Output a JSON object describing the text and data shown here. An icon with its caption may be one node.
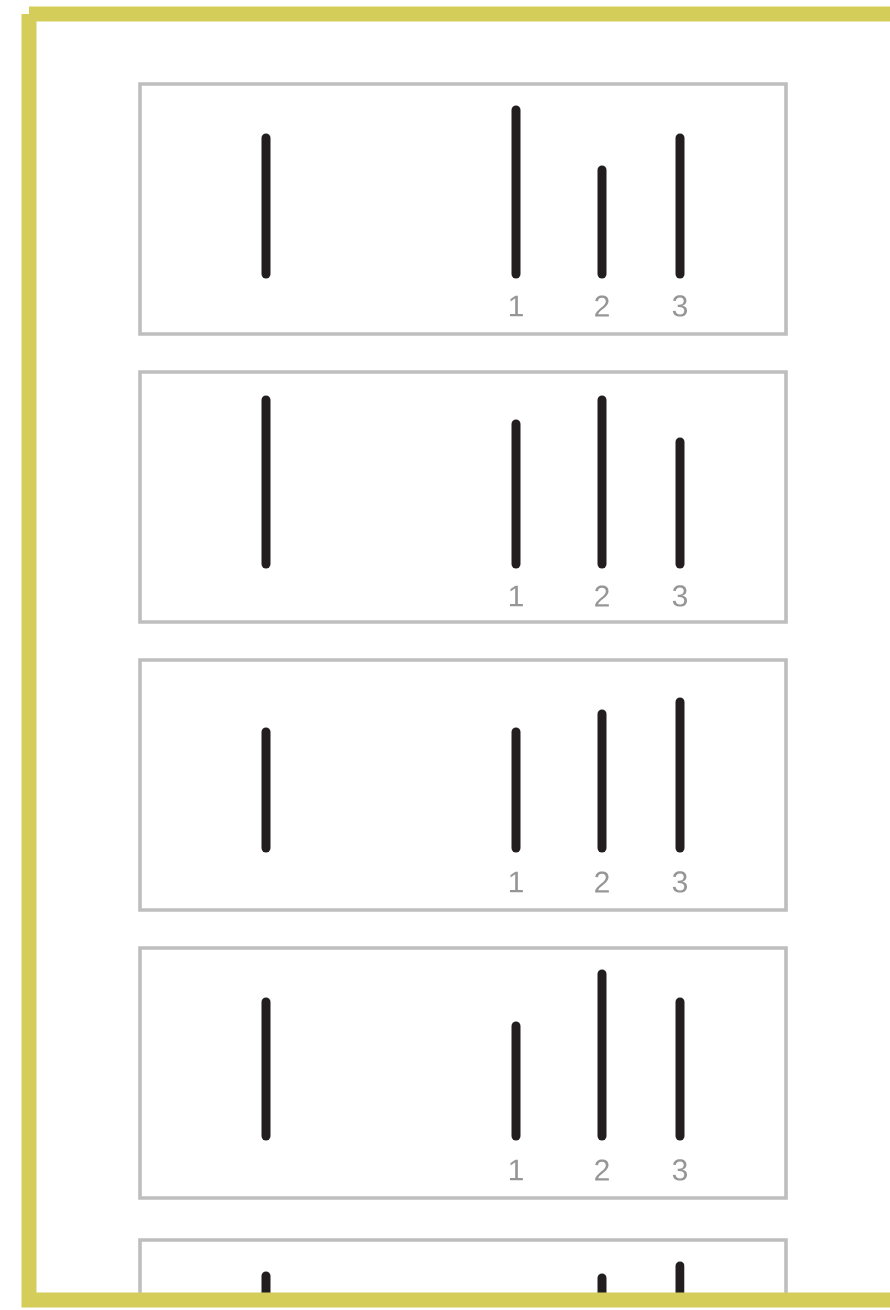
{
  "diagram": {
    "labels": [
      "1",
      "2",
      "3",
      "1",
      "2",
      "3",
      "1",
      "2",
      "3",
      "1",
      "2",
      "3"
    ]
  }
}
